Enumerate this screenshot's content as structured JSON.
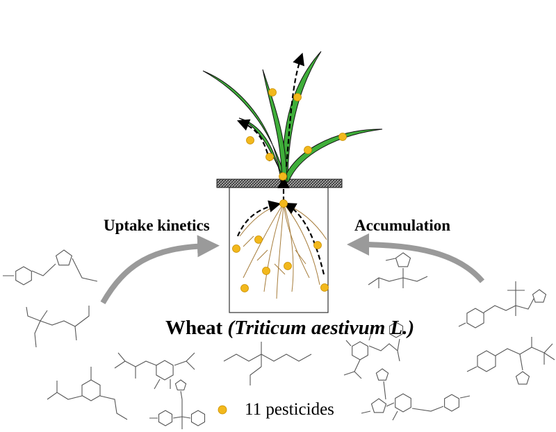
{
  "labels": {
    "uptake": "Uptake kinetics",
    "accumulation": "Accumulation",
    "wheat_common": "Wheat ",
    "wheat_latin": "(Triticum aestivum L.)",
    "legend": "11 pesticides"
  },
  "colors": {
    "pesticide_dot": "#f2b81c",
    "leaf": "#3fae3a",
    "root": "#a67c3a",
    "arrow": "#9a9a9a"
  }
}
